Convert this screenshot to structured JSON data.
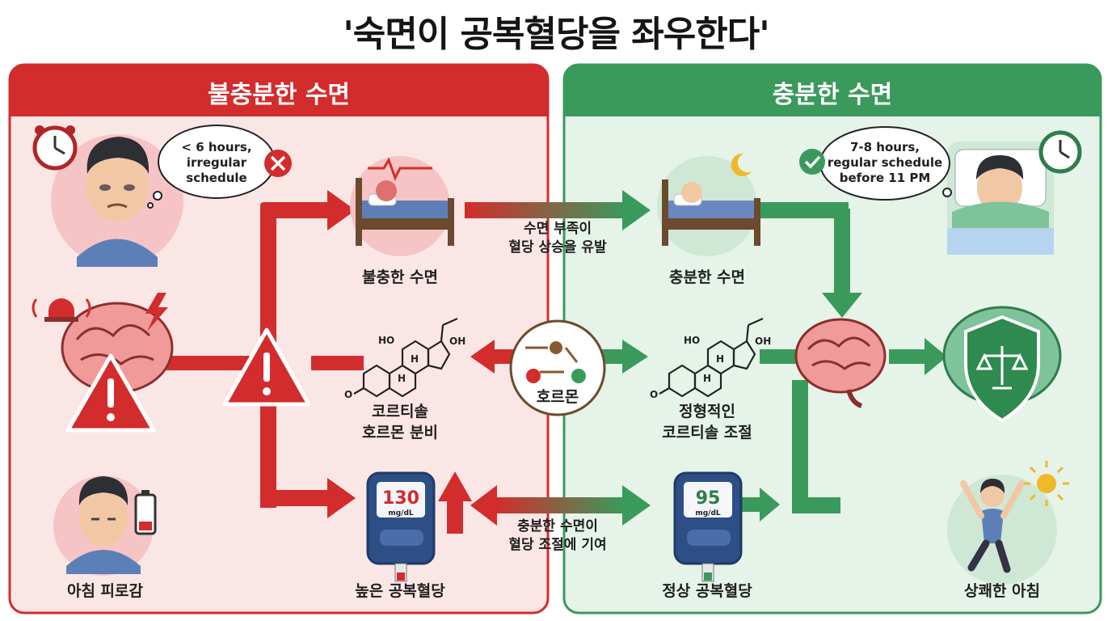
{
  "title": "'숙면이 공복혈당을 좌우한다'",
  "colors": {
    "red": "#d32c2c",
    "red_light": "#fbe3e3",
    "green": "#3a9a5c",
    "green_light": "#e3f2e6"
  },
  "left_panel": {
    "header": "불충분한 수면",
    "bubble": "< 6 hours,\nirregular\nschedule",
    "labels": {
      "sleep": "불충한 수면",
      "cortisol": "코르티솔\n호르몬 분비",
      "glucose": "높은 공복혈당",
      "fatigue": "아침 피로감"
    },
    "glucose_meter": {
      "value": "130",
      "unit": "mg/dL"
    }
  },
  "right_panel": {
    "header": "충분한 수면",
    "bubble": "7-8 hours,\nregular schedule\nbefore 11 PM",
    "labels": {
      "sleep": "충분한 수면",
      "cortisol": "정형적인\n코르티솔 조절",
      "glucose": "정상 공복혈당",
      "morning": "상쾌한 아침"
    },
    "glucose_meter": {
      "value": "95",
      "unit": "mg/dL"
    }
  },
  "center": {
    "hormone": "호르몬",
    "top_arrow_caption": "수면 부족이\n혈당 상승을 유발",
    "bottom_arrow_caption": "충분한 수면이\n혈당 조절에 기여"
  },
  "molecule_labels": {
    "ho": "HO",
    "oh": "OH",
    "o": "O",
    "h": "H"
  },
  "icons": [
    "alarm-clock-icon",
    "x-mark-icon",
    "check-mark-icon",
    "siren-icon",
    "lightning-icon",
    "warning-icon",
    "low-battery-icon",
    "moon-icon",
    "sun-icon",
    "shield-scale-icon",
    "brain-icon",
    "cortisol-molecule-icon",
    "glucose-meter-icon"
  ]
}
